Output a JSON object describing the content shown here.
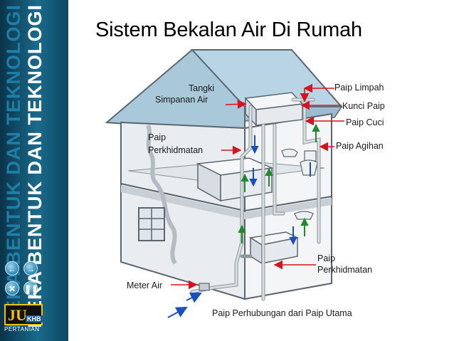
{
  "sidebar": {
    "vertical_text_back": "REKA BENTUK DAN TEKNOLOGI",
    "vertical_text_front": "REKA BENTUK DAN TEKNOLOGI",
    "logo": {
      "main": "JU",
      "badge": "KHB",
      "subtitle": "PERTANIAN"
    },
    "nav_icons": [
      "back-arrow-icon",
      "forward-arrow-icon",
      "close-icon",
      "pause-icon"
    ],
    "accent_color": "#0f4560"
  },
  "title": "Sistem Bekalan Air Di Rumah",
  "labels": {
    "tangki_line1": "Tangki",
    "tangki_line2": "Simpanan Air",
    "paip_limpah": "Paip Limpah",
    "kunci_paip": "Kunci Paip",
    "paip_cuci": "Paip Cuci",
    "paip_perkhidmatan_top_line1": "Paip",
    "paip_perkhidmatan_top_line2": "Perkhidmatan",
    "paip_agihan": "Paip Agihan",
    "paip_perkhidmatan_bottom_line1": "Paip",
    "paip_perkhidmatan_bottom_line2": "Perkhidmatan",
    "meter_air": "Meter Air",
    "paip_perhubungan": "Paip Perhubungan dari Paip Utama"
  },
  "colors": {
    "roof": "#a9c8da",
    "wall": "#e8ecef",
    "wall_outline": "#5b6770",
    "pipe": "#d9dde0",
    "label_arrow": "#d8121e",
    "flow_up": "#1f8a2a",
    "flow_down": "#1b4fbf"
  }
}
